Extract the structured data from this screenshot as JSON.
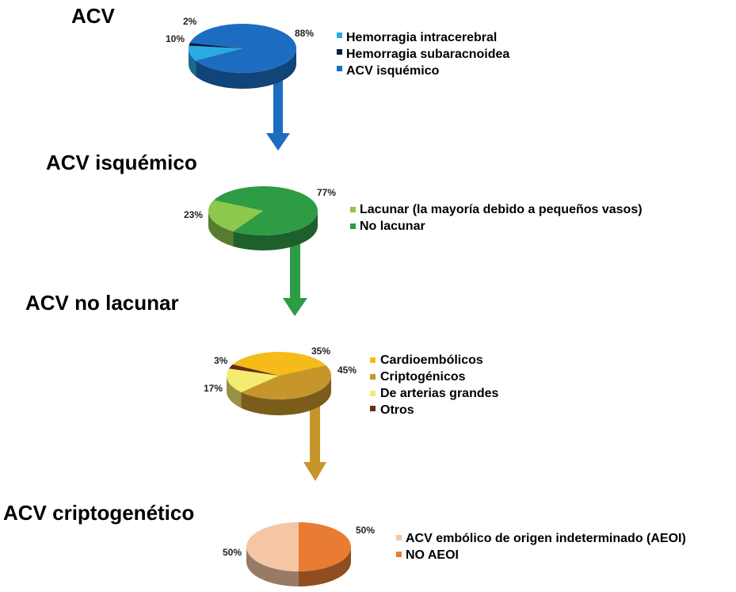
{
  "chart_data": [
    {
      "type": "pie",
      "title": "ACV",
      "series": [
        {
          "name": "Hemorragia intracerebral",
          "value": 10,
          "label": "10%",
          "color": "#29ABE2"
        },
        {
          "name": "Hemorragia subaracnoidea",
          "value": 2,
          "label": "2%",
          "color": "#0D1B4A"
        },
        {
          "name": "ACV isquémico",
          "value": 88,
          "label": "88%",
          "color": "#1C6DC2"
        }
      ]
    },
    {
      "type": "pie",
      "title": "ACV isquémico",
      "series": [
        {
          "name": "Lacunar (la mayoría debido a pequeños vasos)",
          "value": 23,
          "label": "23%",
          "color": "#8CC84B"
        },
        {
          "name": "No lacunar",
          "value": 77,
          "label": "77%",
          "color": "#2E9B45"
        }
      ]
    },
    {
      "type": "pie",
      "title": "ACV no lacunar",
      "series": [
        {
          "name": "Cardioembólicos",
          "value": 35,
          "label": "35%",
          "color": "#F5BC19"
        },
        {
          "name": "Criptogénicos",
          "value": 45,
          "label": "45%",
          "color": "#C7962B"
        },
        {
          "name": "De arterias grandes",
          "value": 17,
          "label": "17%",
          "color": "#F3EC70"
        },
        {
          "name": "Otros",
          "value": 3,
          "label": "3%",
          "color": "#6A2C12"
        }
      ]
    },
    {
      "type": "pie",
      "title": "ACV criptogenético",
      "series": [
        {
          "name": "ACV embólico de origen indeterminado (AEOI)",
          "value": 50,
          "label": "50%",
          "color": "#F4C6A4"
        },
        {
          "name": "NO AEOI",
          "value": 50,
          "label": "50%",
          "color": "#E97C33"
        }
      ]
    }
  ]
}
